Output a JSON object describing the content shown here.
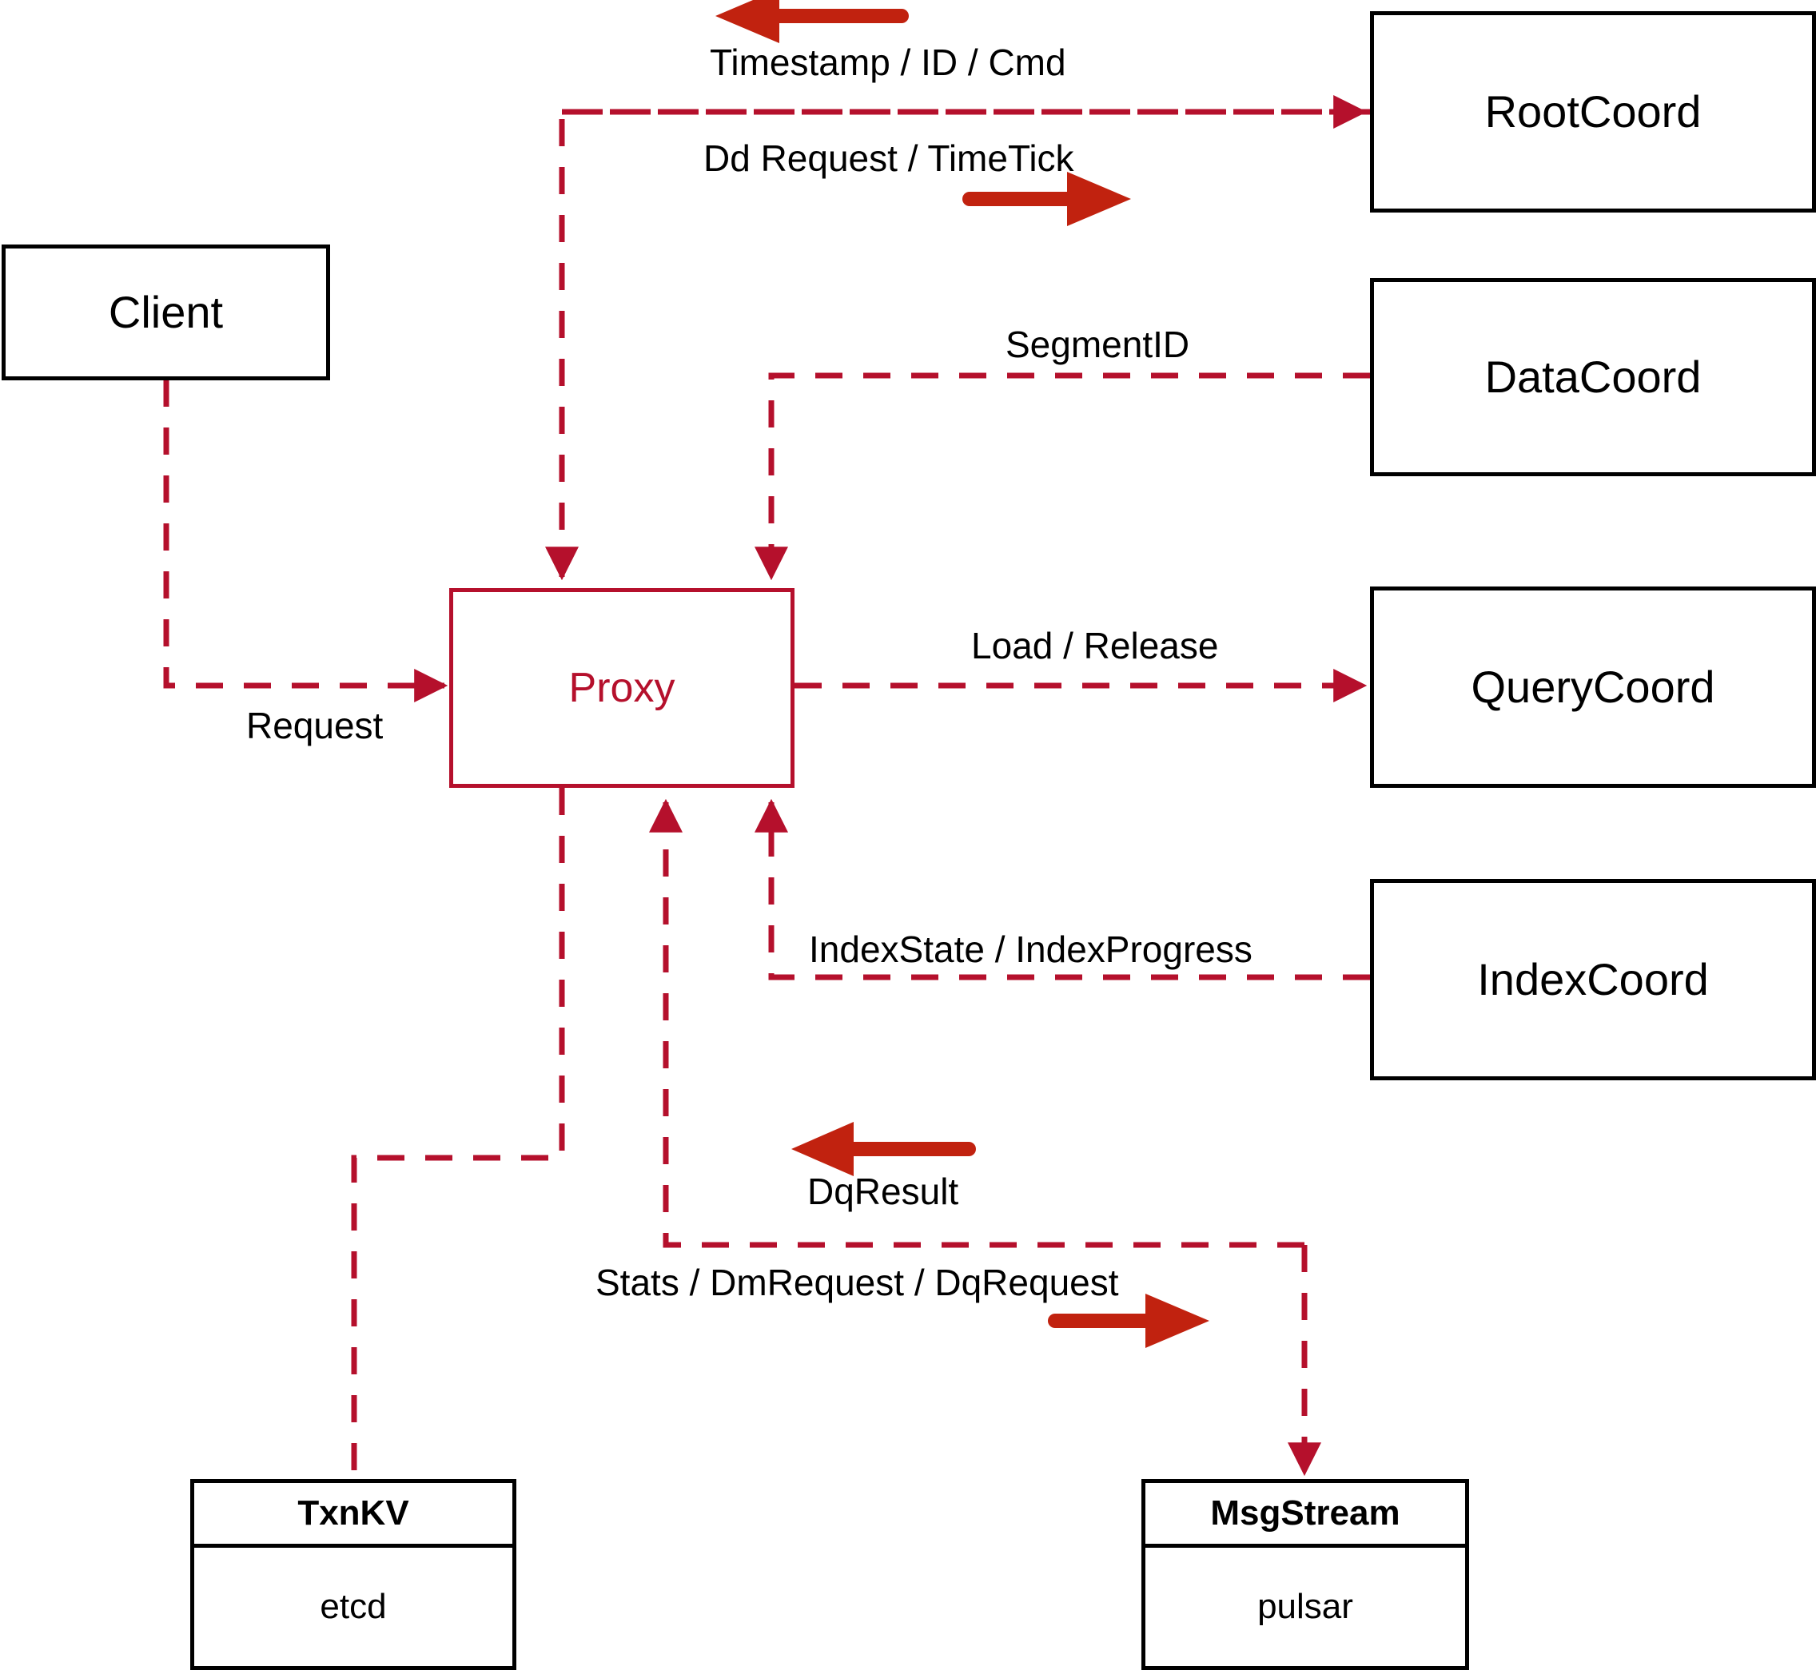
{
  "diagram": {
    "title": "Proxy component interaction diagram",
    "colors": {
      "dashed_connector": "#B5102C",
      "proxy_outline": "#B5102C",
      "direction_arrow": "#C1220F",
      "node_outline": "#000000",
      "background": "#FFFFFF"
    },
    "nodes": [
      {
        "id": "client",
        "label": "Client"
      },
      {
        "id": "proxy",
        "label": "Proxy"
      },
      {
        "id": "rootcoord",
        "label": "RootCoord"
      },
      {
        "id": "datacoord",
        "label": "DataCoord"
      },
      {
        "id": "querycoord",
        "label": "QueryCoord"
      },
      {
        "id": "indexcoord",
        "label": "IndexCoord"
      }
    ],
    "stores": [
      {
        "id": "txnkv",
        "header": "TxnKV",
        "body": "etcd"
      },
      {
        "id": "msgstream",
        "header": "MsgStream",
        "body": "pulsar"
      }
    ],
    "edge_labels": [
      {
        "id": "timestamp-id-cmd",
        "text": "Timestamp / ID / Cmd"
      },
      {
        "id": "dd-request-timetick",
        "text": "Dd Request / TimeTick"
      },
      {
        "id": "segmentid",
        "text": "SegmentID"
      },
      {
        "id": "request",
        "text": "Request"
      },
      {
        "id": "load-release",
        "text": "Load / Release"
      },
      {
        "id": "indexstate-indexprogress",
        "text": "IndexState / IndexProgress"
      },
      {
        "id": "dqresult",
        "text": "DqResult"
      },
      {
        "id": "stats-dmrequest-dqrequest",
        "text": "Stats / DmRequest / DqRequest"
      }
    ],
    "direction_arrows": [
      {
        "id": "timestamp-id-cmd-arrow",
        "direction": "left"
      },
      {
        "id": "dd-request-timetick-arrow",
        "direction": "right"
      },
      {
        "id": "dqresult-arrow",
        "direction": "left"
      },
      {
        "id": "stats-dmrequest-dqrequest-arrow",
        "direction": "right"
      }
    ]
  }
}
